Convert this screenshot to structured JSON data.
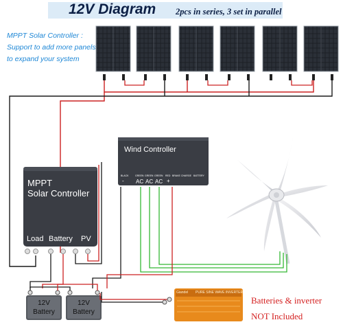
{
  "header": {
    "title": "12V Diagram",
    "subtitle": "2pcs in series, 3 set in parallel"
  },
  "mppt_note": {
    "line1": "MPPT Solar Controller :",
    "line2": "Support to add more panels",
    "line3": "to expand your system"
  },
  "wind_controller": {
    "title": "Wind Controller",
    "terminals": [
      "BLACK",
      "GREEN",
      "GREEN",
      "GREEN",
      "RED",
      "BRAKE",
      "CHARGE",
      "BATTERY"
    ],
    "ac_labels": [
      "AC",
      "AC",
      "AC"
    ],
    "minus": "-",
    "plus": "+"
  },
  "mppt_controller": {
    "title_line1": "MPPT",
    "title_line2": "Solar Controller",
    "ports": [
      "Load",
      "Battery",
      "PV"
    ]
  },
  "batteries": [
    {
      "line1": "12V",
      "line2": "Battery"
    },
    {
      "line1": "12V",
      "line2": "Battery"
    }
  ],
  "inverter": {
    "brand": "Giandel",
    "label": "PURE SINE WAVE INVERTER"
  },
  "disclaimer": {
    "line1": "Batteries & inverter",
    "line2": "NOT Included"
  },
  "colors": {
    "title_band": "#dcebf7",
    "title_text": "#0c1f45",
    "note_text": "#1e87d6",
    "controller_box": "#3a3d44",
    "wire_red": "#cc2020",
    "wire_black": "#1a1a1a",
    "wire_green": "#33b833",
    "inverter_orange": "#e88a1c",
    "disclaimer_red": "#d42020"
  }
}
